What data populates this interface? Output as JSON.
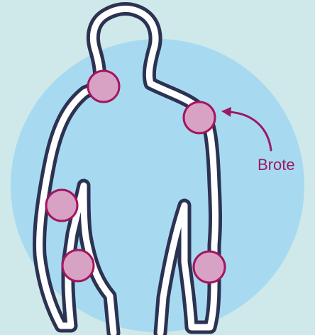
{
  "colors": {
    "background": "#cfe9ea",
    "circle": "#a7daf0",
    "body_outline": "#2c3252",
    "body_fill": "#ffffff",
    "spot_fill": "#d7a2c4",
    "spot_stroke": "#a3155e",
    "annotation": "#9b1a63"
  },
  "annotation": {
    "label": "Brote"
  },
  "spots": [
    {
      "name": "right-shoulder-spot"
    },
    {
      "name": "left-shoulder-spot"
    },
    {
      "name": "right-elbow-spot"
    },
    {
      "name": "right-wrist-spot"
    },
    {
      "name": "left-wrist-spot"
    }
  ]
}
